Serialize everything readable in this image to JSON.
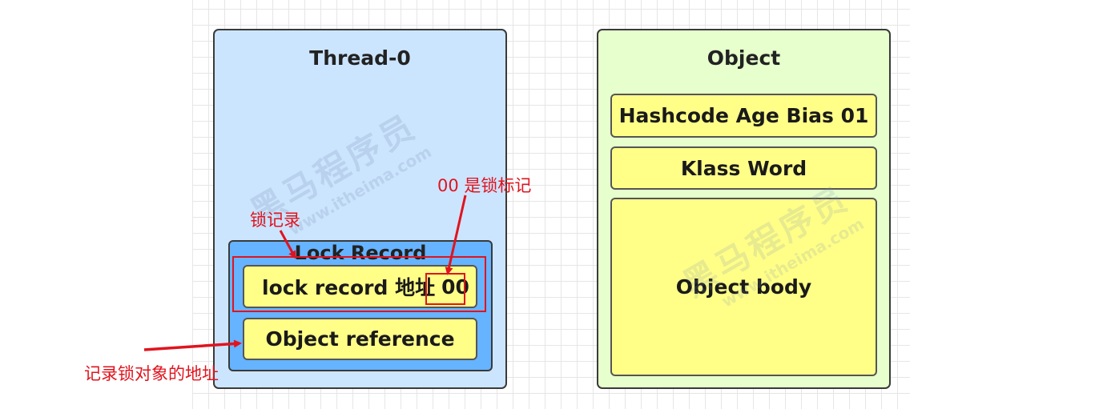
{
  "thread": {
    "title": "Thread-0",
    "lock_record": {
      "title": "Lock Record",
      "address_label": "lock record 地址",
      "lock_flag": "00",
      "object_reference": "Object reference"
    }
  },
  "object": {
    "title": "Object",
    "mark_word": "Hashcode Age Bias 01",
    "klass_word": "Klass Word",
    "body": "Object body"
  },
  "annotations": {
    "lock_record_note": "锁记录",
    "lock_flag_note": "00 是锁标记",
    "object_address_note": "记录锁对象的地址"
  },
  "watermark": {
    "brand": "黑马程序员",
    "url": "www.itheima.com"
  },
  "colors": {
    "thread_bg": "#cce5ff",
    "lock_record_bg": "#66b3ff",
    "object_bg": "#e6ffcc",
    "cell_bg": "#ffff88",
    "annotation": "#e0141e"
  }
}
